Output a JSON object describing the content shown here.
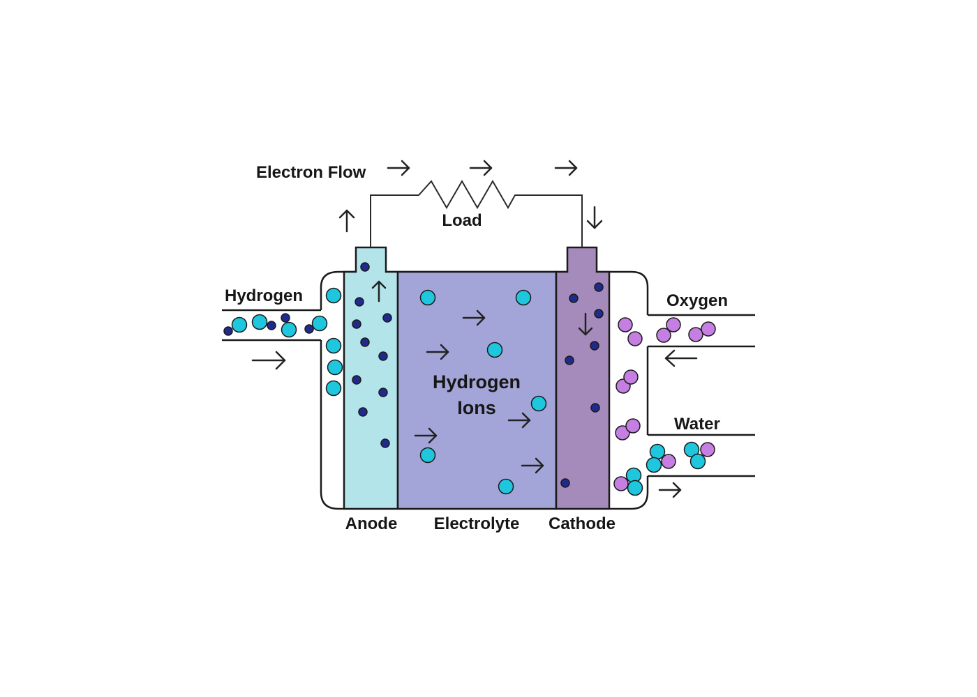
{
  "labels": {
    "electron_flow": "Electron Flow",
    "load": "Load",
    "hydrogen": "Hydrogen",
    "oxygen": "Oxygen",
    "water": "Water",
    "hydrogen_ions_line1": "Hydrogen",
    "hydrogen_ions_line2": "Ions",
    "anode": "Anode",
    "electrolyte": "Electrolyte",
    "cathode": "Cathode"
  },
  "colors": {
    "anode_fill": "#b3e4ea",
    "electrolyte_fill": "#a3a5d8",
    "cathode_fill": "#a58bbb",
    "hydrogen_particle": "#1ec6de",
    "oxygen_particle": "#c57fe3",
    "electron": "#1f2a8c",
    "outline": "#1a1a1a"
  }
}
